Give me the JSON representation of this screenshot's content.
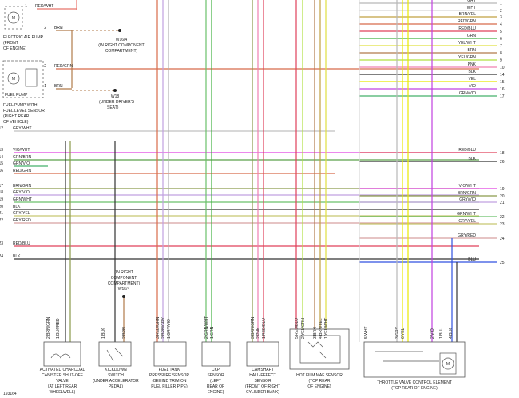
{
  "diagram_id": "193164",
  "components": {
    "air_pump": {
      "motor": "M",
      "caption": [
        "ELECTRIC AIR PUMP",
        "(FRONT",
        "OF ENGINE)"
      ]
    },
    "fuel_pump": {
      "motor": "M",
      "tag": "FUEL PUMP",
      "caption": [
        "FUEL PUMP WITH",
        "FUEL LEVEL SENSOR",
        "(RIGHT REAR",
        "OF VEHICLE)"
      ]
    },
    "ground_w16": {
      "id": "W16/4",
      "caption": [
        "(IN RIGHT COMPONENT",
        "COMPARTMENT)"
      ]
    },
    "ground_w18": {
      "id": "W18",
      "caption": [
        "(UNDER DRIVER'S",
        "SEAT)"
      ]
    },
    "ground_w15": {
      "id": "W15/4",
      "caption": [
        "(IN RIGHT",
        "COMPONENT",
        "COMPARTMENT)"
      ]
    },
    "canister_valve": {
      "pins": [
        {
          "num": "2",
          "color": "BRN/GRN"
        },
        {
          "num": "1",
          "color": "BLK/RED"
        }
      ],
      "caption": [
        "ACTIVATED CHARCOAL",
        "CANISTER SHUT-OFF",
        "VALVE",
        "(AT LEFT REAR",
        "WHEELWELL)"
      ]
    },
    "kickdown": {
      "pins": [
        {
          "num": "1",
          "color": "BLK"
        },
        {
          "num": "2",
          "color": "BRN"
        }
      ],
      "caption": [
        "KICKDOWN",
        "SWITCH",
        "(UNDER ACCELERATOR",
        "PEDAL)"
      ]
    },
    "tank_pressure": {
      "pins": [
        {
          "num": "3",
          "color": "RED/GRN"
        },
        {
          "num": "2",
          "color": "BRN/GRY"
        },
        {
          "num": "1",
          "color": "GRY/VIO"
        }
      ],
      "caption": [
        "FUEL TANK",
        "PRESSURE SENSOR",
        "(BEHIND TRIM ON",
        "FUEL FILLER PIPE)"
      ]
    },
    "ckp": {
      "pins": [
        {
          "num": "2",
          "color": "GRN/WHT"
        },
        {
          "num": "1",
          "color": "GRN"
        }
      ],
      "caption": [
        "CKP",
        "SENSOR",
        "(LEFT",
        "REAR OF",
        "ENGINE)"
      ]
    },
    "camshaft": {
      "pins": [
        {
          "num": "3",
          "color": "BRN/GRN"
        },
        {
          "num": "2",
          "color": "PNK"
        },
        {
          "num": "1",
          "color": "RED/BLU"
        }
      ],
      "caption": [
        "CAMSHAFT",
        "HALL-EFFECT",
        "SENSOR",
        "(FRONT OF RIGHT",
        "CYLINDER BANK)"
      ]
    },
    "maf": {
      "pins": [
        {
          "num": "5",
          "color": "RED/BLU"
        },
        {
          "num": "2",
          "color": "YEL/GRN"
        },
        {
          "num": "3",
          "color": "BRN"
        },
        {
          "num": "4",
          "color": "BRN/YEL"
        },
        {
          "num": "1",
          "color": "YEL/WHT"
        }
      ],
      "caption": [
        "HOT FILM MAF SENSOR",
        "(TOP REAR",
        "OF ENGINE)"
      ]
    },
    "throttle": {
      "pins": [
        {
          "num": "5",
          "color": "WHT"
        },
        {
          "num": "3",
          "color": "GRY"
        },
        {
          "num": "6",
          "color": "YEL"
        },
        {
          "num": "2",
          "color": "VIO"
        },
        {
          "num": "1",
          "color": "BLU"
        },
        {
          "num": "4",
          "color": "BLK"
        }
      ],
      "motor": "M",
      "caption": [
        "THROTTLE VALVE CONTROL ELEMENT",
        "(TOP REAR OF ENGINE)"
      ]
    }
  },
  "left_wires": [
    {
      "num": "1",
      "color": "RED/WHT",
      "hex": "#e8736a"
    },
    {
      "num": "2",
      "color": "BRN",
      "hex": "#b07a4a"
    },
    {
      "num": "2",
      "color": "RED/GRN",
      "hex": "#d86b4a"
    },
    {
      "num": "1",
      "color": "BRN",
      "hex": "#b07a4a"
    },
    {
      "num": "12",
      "color": "GRY/WHT",
      "hex": "#c0c0c0"
    },
    {
      "num": "13",
      "color": "VIO/WHT",
      "hex": "#e040e0"
    },
    {
      "num": "14",
      "color": "GRN/BRN",
      "hex": "#5aa04a"
    },
    {
      "num": "15",
      "color": "GRN/VIO",
      "hex": "#44b06a"
    },
    {
      "num": "16",
      "color": "RED/GRN",
      "hex": "#d86b4a"
    },
    {
      "num": "17",
      "color": "BRN/GRN",
      "hex": "#8a9a4a"
    },
    {
      "num": "18",
      "color": "GRY/VIO",
      "hex": "#c0a0e0"
    },
    {
      "num": "19",
      "color": "GRN/WHT",
      "hex": "#6ac06a"
    },
    {
      "num": "20",
      "color": "BLK",
      "hex": "#333333"
    },
    {
      "num": "21",
      "color": "GRY/YEL",
      "hex": "#c8c870"
    },
    {
      "num": "22",
      "color": "GRY/RED",
      "hex": "#d8a0a0"
    },
    {
      "num": "23",
      "color": "RED/BLU",
      "hex": "#e0405a"
    },
    {
      "num": "24",
      "color": "BLK",
      "hex": "#333333"
    }
  ],
  "right_wires": [
    {
      "num": "1",
      "color": "GRY",
      "hex": "#b8b8b8"
    },
    {
      "num": "2",
      "color": "WHT",
      "hex": "#d8d8d8"
    },
    {
      "num": "3",
      "color": "BRN/YEL",
      "hex": "#c0a040"
    },
    {
      "num": "4",
      "color": "RED/GRN",
      "hex": "#d86b4a"
    },
    {
      "num": "5",
      "color": "RED/BLU",
      "hex": "#e0405a"
    },
    {
      "num": "6",
      "color": "GRN",
      "hex": "#40b040"
    },
    {
      "num": "7",
      "color": "YEL/WHT",
      "hex": "#e0e040"
    },
    {
      "num": "8",
      "color": "BRN",
      "hex": "#b07a4a"
    },
    {
      "num": "9",
      "color": "YEL/GRN",
      "hex": "#b0e040"
    },
    {
      "num": "10",
      "color": "PNK",
      "hex": "#f080b0"
    },
    {
      "num": "14",
      "color": "BLK",
      "hex": "#333333"
    },
    {
      "num": "15",
      "color": "YEL",
      "hex": "#e8e800"
    },
    {
      "num": "16",
      "color": "VIO",
      "hex": "#c040e0"
    },
    {
      "num": "17",
      "color": "GRN/VIO",
      "hex": "#44b06a"
    },
    {
      "num": "18",
      "color": "RED/BLU",
      "hex": "#e0405a"
    },
    {
      "num": "19",
      "color": "VIO/WHT",
      "hex": "#e040e0"
    },
    {
      "num": "20",
      "color": "BRN/GRN",
      "hex": "#8a9a4a"
    },
    {
      "num": "21",
      "color": "GRY/VIO",
      "hex": "#c0a0e0"
    },
    {
      "num": "22",
      "color": "GRN/WHT",
      "hex": "#6ac06a"
    },
    {
      "num": "23",
      "color": "GRY/YEL",
      "hex": "#c8c870"
    },
    {
      "num": "24",
      "color": "GRY/RED",
      "hex": "#d8a0a0"
    },
    {
      "num": "25",
      "color": "BLU",
      "hex": "#3050e0"
    },
    {
      "num": "26",
      "color": "BLK",
      "hex": "#333333"
    }
  ]
}
